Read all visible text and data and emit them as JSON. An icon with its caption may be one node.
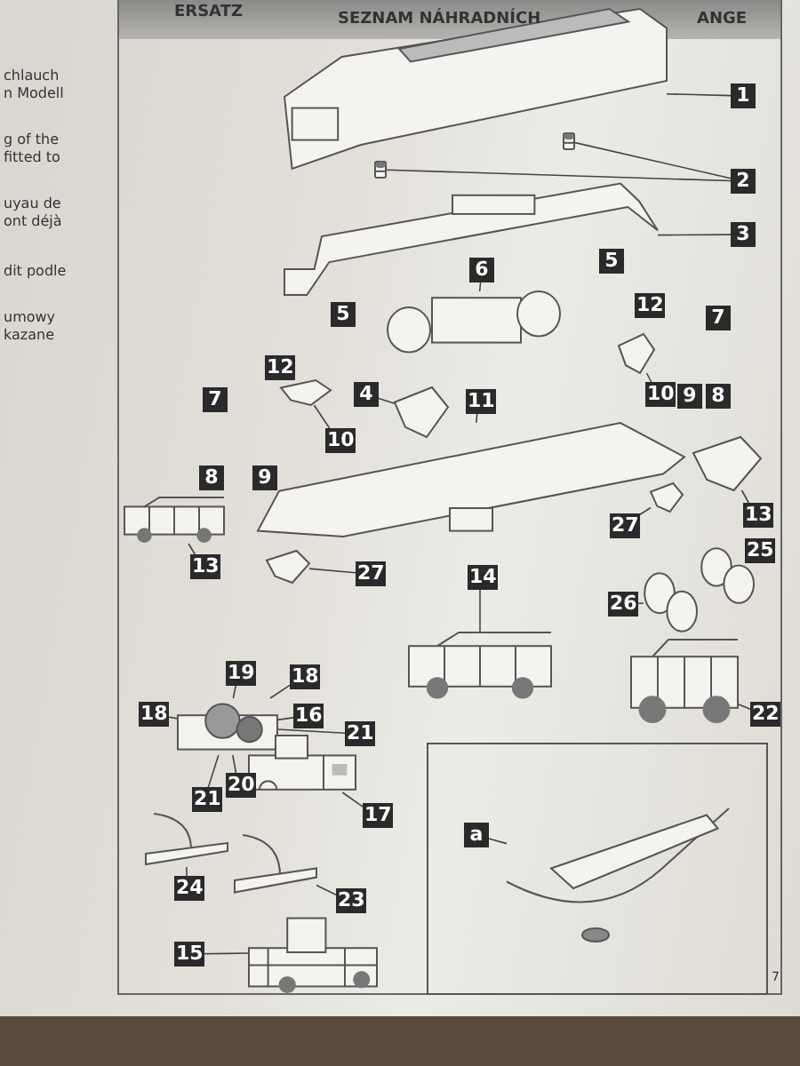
{
  "diagram": {
    "nodes": [
      {
        "text": [
          "1"
        ]
      },
      {
        "text": [],
        "shape": "picture"
      },
      {
        "text": [
          "2"
        ]
      },
      {
        "text": [],
        "shape": "picture"
      },
      {
        "text": [],
        "shape": "picture"
      },
      {
        "text": [
          "3"
        ]
      },
      {
        "text": [],
        "shape": "picture"
      },
      {
        "text": [
          "6"
        ]
      },
      {
        "text": [],
        "shape": "picture"
      },
      {
        "text": [
          "4"
        ]
      },
      {
        "text": [],
        "shape": "picture"
      },
      {
        "text": [
          "10"
        ]
      },
      {
        "text": [],
        "shape": "picture"
      },
      {
        "text": [
          "11"
        ]
      },
      {
        "text": [],
        "shape": "picture"
      },
      {
        "text": [
          "10"
        ]
      },
      {
        "text": [],
        "shape": "picture"
      },
      {
        "text": [
          "13"
        ]
      },
      {
        "text": [],
        "shape": "picture"
      },
      {
        "text": [
          "13"
        ]
      },
      {
        "text": [],
        "shape": "picture"
      },
      {
        "text": [
          "27"
        ]
      },
      {
        "text": [],
        "shape": "picture"
      },
      {
        "text": [
          "27"
        ]
      },
      {
        "text": [],
        "shape": "picture"
      },
      {
        "text": [
          "25"
        ]
      },
      {
        "text": [],
        "shape": "picture"
      },
      {
        "text": [
          "26"
        ]
      },
      {
        "text": [],
        "shape": "picture"
      },
      {
        "text": [
          "14"
        ]
      },
      {
        "text": [],
        "shape": "picture"
      },
      {
        "text": [
          "22"
        ]
      },
      {
        "text": [],
        "shape": "picture"
      },
      {
        "text": [
          "19"
        ]
      },
      {
        "text": [
          "18"
        ]
      },
      {
        "text": [
          "18"
        ]
      },
      {
        "text": [
          "16"
        ]
      },
      {
        "text": [
          "21"
        ]
      },
      {
        "text": [],
        "shape": "picture"
      },
      {
        "text": [
          "21"
        ]
      },
      {
        "text": [
          "20"
        ]
      },
      {
        "text": [
          "17"
        ]
      },
      {
        "text": [],
        "shape": "picture"
      },
      {
        "text": [
          "a"
        ]
      },
      {
        "text": [],
        "shape": "picture"
      },
      {
        "text": [
          "24"
        ]
      },
      {
        "text": [],
        "shape": "picture"
      },
      {
        "text": [
          "23"
        ]
      },
      {
        "text": [],
        "shape": "picture"
      },
      {
        "text": [
          "15"
        ]
      },
      {
        "text": [],
        "shape": "picture"
      },
      {
        "text": [
          "5"
        ]
      },
      {
        "text": [
          "5"
        ]
      },
      {
        "text": [
          "12"
        ]
      },
      {
        "text": [
          "12"
        ]
      },
      {
        "text": [
          "7"
        ]
      },
      {
        "text": [
          "7"
        ]
      },
      {
        "text": [
          "8"
        ]
      },
      {
        "text": [
          "9"
        ]
      },
      {
        "text": [
          "9"
        ]
      },
      {
        "text": [
          "8"
        ]
      }
    ],
    "edges": [
      {
        "from": 0,
        "to": 1,
        "arrow": "none"
      },
      {
        "from": 2,
        "to": 3,
        "arrow": "none"
      },
      {
        "from": 2,
        "to": 4,
        "arrow": "none"
      },
      {
        "from": 5,
        "to": 6,
        "arrow": "none"
      },
      {
        "from": 7,
        "to": 8,
        "arrow": "none"
      },
      {
        "from": 9,
        "to": 10,
        "arrow": "none"
      },
      {
        "from": 11,
        "to": 12,
        "arrow": "none"
      },
      {
        "from": 13,
        "to": 14,
        "arrow": "none"
      },
      {
        "from": 15,
        "to": 16,
        "arrow": "none"
      },
      {
        "from": 17,
        "to": 18,
        "arrow": "none"
      },
      {
        "from": 19,
        "to": 20,
        "arrow": "none"
      },
      {
        "from": 21,
        "to": 22,
        "arrow": "none"
      },
      {
        "from": 23,
        "to": 24,
        "arrow": "none"
      },
      {
        "from": 25,
        "to": 26,
        "arrow": "none"
      },
      {
        "from": 27,
        "to": 28,
        "arrow": "none"
      },
      {
        "from": 29,
        "to": 30,
        "arrow": "none"
      },
      {
        "from": 31,
        "to": 32,
        "arrow": "none"
      },
      {
        "from": 33,
        "to": 38,
        "arrow": "none"
      },
      {
        "from": 34,
        "to": 38,
        "arrow": "none"
      },
      {
        "from": 35,
        "to": 38,
        "arrow": "none"
      },
      {
        "from": 36,
        "to": 38,
        "arrow": "none"
      },
      {
        "from": 37,
        "to": 38,
        "arrow": "none"
      },
      {
        "from": 39,
        "to": 38,
        "arrow": "none"
      },
      {
        "from": 40,
        "to": 38,
        "arrow": "none"
      },
      {
        "from": 41,
        "to": 42,
        "arrow": "none"
      },
      {
        "from": 43,
        "to": 44,
        "arrow": "none"
      },
      {
        "from": 45,
        "to": 46,
        "arrow": "none"
      },
      {
        "from": 47,
        "to": 48,
        "arrow": "none"
      },
      {
        "from": 49,
        "to": 50,
        "arrow": "none"
      }
    ],
    "labels": [
      "ERSATZ",
      "SEZNAM NÁHRADNÍCH",
      "ANGE",
      "chlauch",
      "n Modell",
      "g of the",
      "fitted to",
      "uyau de",
      "ont déjà",
      "dit podle",
      "umowy",
      "kazane",
      "7"
    ]
  }
}
